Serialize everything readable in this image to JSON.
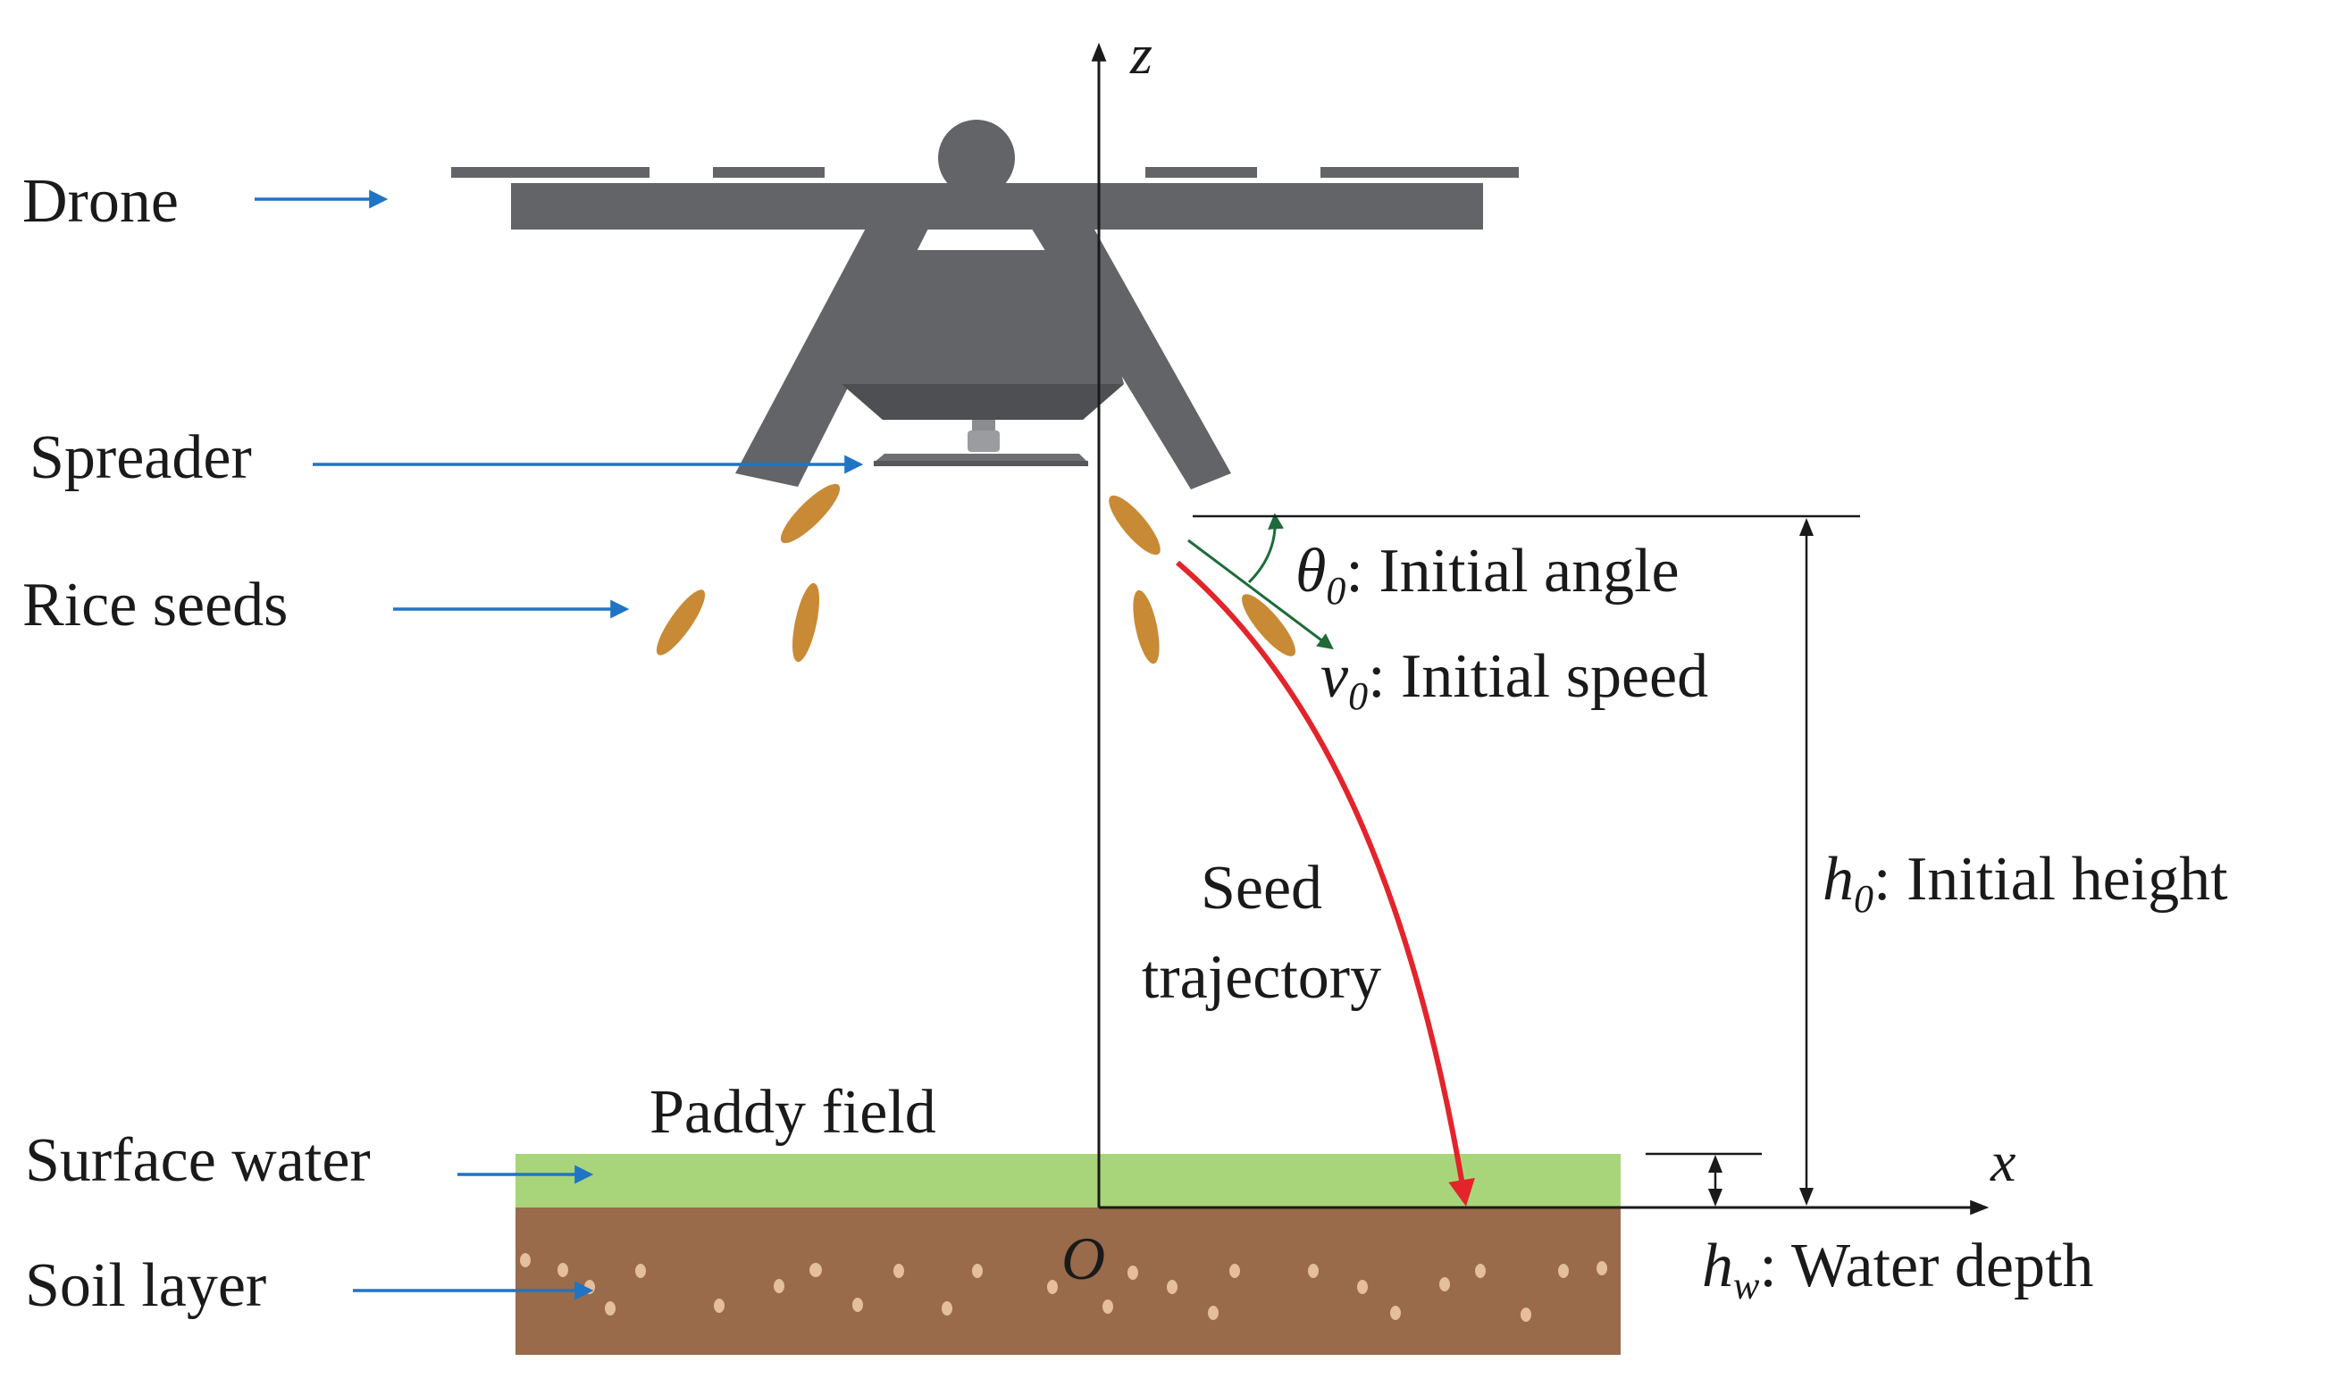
{
  "labels": {
    "drone": "Drone",
    "spreader": "Spreader",
    "rice_seeds": "Rice seeds",
    "surface_water": "Surface water",
    "soil_layer": "Soil layer",
    "paddy_field": "Paddy field",
    "seed_trajectory_line1": "Seed",
    "seed_trajectory_line2": "trajectory"
  },
  "axes": {
    "z": "z",
    "x": "x",
    "origin": "O"
  },
  "parameters": {
    "theta": {
      "symbol": "θ",
      "sub": "0",
      "text": ": Initial angle"
    },
    "speed": {
      "symbol": "v",
      "sub": "0",
      "text": ": Initial speed"
    },
    "height": {
      "symbol": "h",
      "sub": "0",
      "text": ": Initial height"
    },
    "water": {
      "symbol": "h",
      "sub": "w",
      "text": ": Water depth"
    }
  },
  "colors": {
    "drone": "#626467",
    "seed": "#C98A35",
    "water": "#A9D57A",
    "soil": "#996B4A",
    "soil_particle": "#E5BE9A",
    "pointer_arrow": "#1F74C4",
    "trajectory": "#E3242B",
    "velocity": "#1D6B3A"
  }
}
